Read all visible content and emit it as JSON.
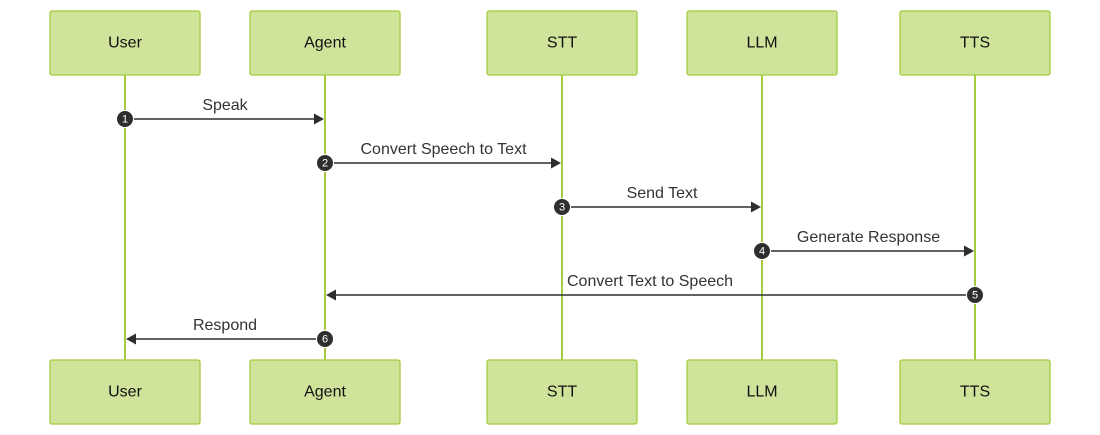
{
  "diagram": {
    "type": "sequence",
    "colors": {
      "actor_fill": "#cfe39b",
      "actor_border": "#a4cc3e",
      "lifeline": "#a4cc3e",
      "message": "#2e2e2e",
      "badge": "#2e2e2e"
    },
    "actors": [
      {
        "id": "user",
        "label": "User"
      },
      {
        "id": "agent",
        "label": "Agent"
      },
      {
        "id": "stt",
        "label": "STT"
      },
      {
        "id": "llm",
        "label": "LLM"
      },
      {
        "id": "tts",
        "label": "TTS"
      }
    ],
    "messages": [
      {
        "number": "1",
        "from": "user",
        "to": "agent",
        "label": "Speak"
      },
      {
        "number": "2",
        "from": "agent",
        "to": "stt",
        "label": "Convert Speech to Text"
      },
      {
        "number": "3",
        "from": "stt",
        "to": "llm",
        "label": "Send Text"
      },
      {
        "number": "4",
        "from": "llm",
        "to": "tts",
        "label": "Generate Response"
      },
      {
        "number": "5",
        "from": "tts",
        "to": "agent",
        "label": "Convert Text to Speech"
      },
      {
        "number": "6",
        "from": "agent",
        "to": "user",
        "label": "Respond"
      }
    ]
  }
}
